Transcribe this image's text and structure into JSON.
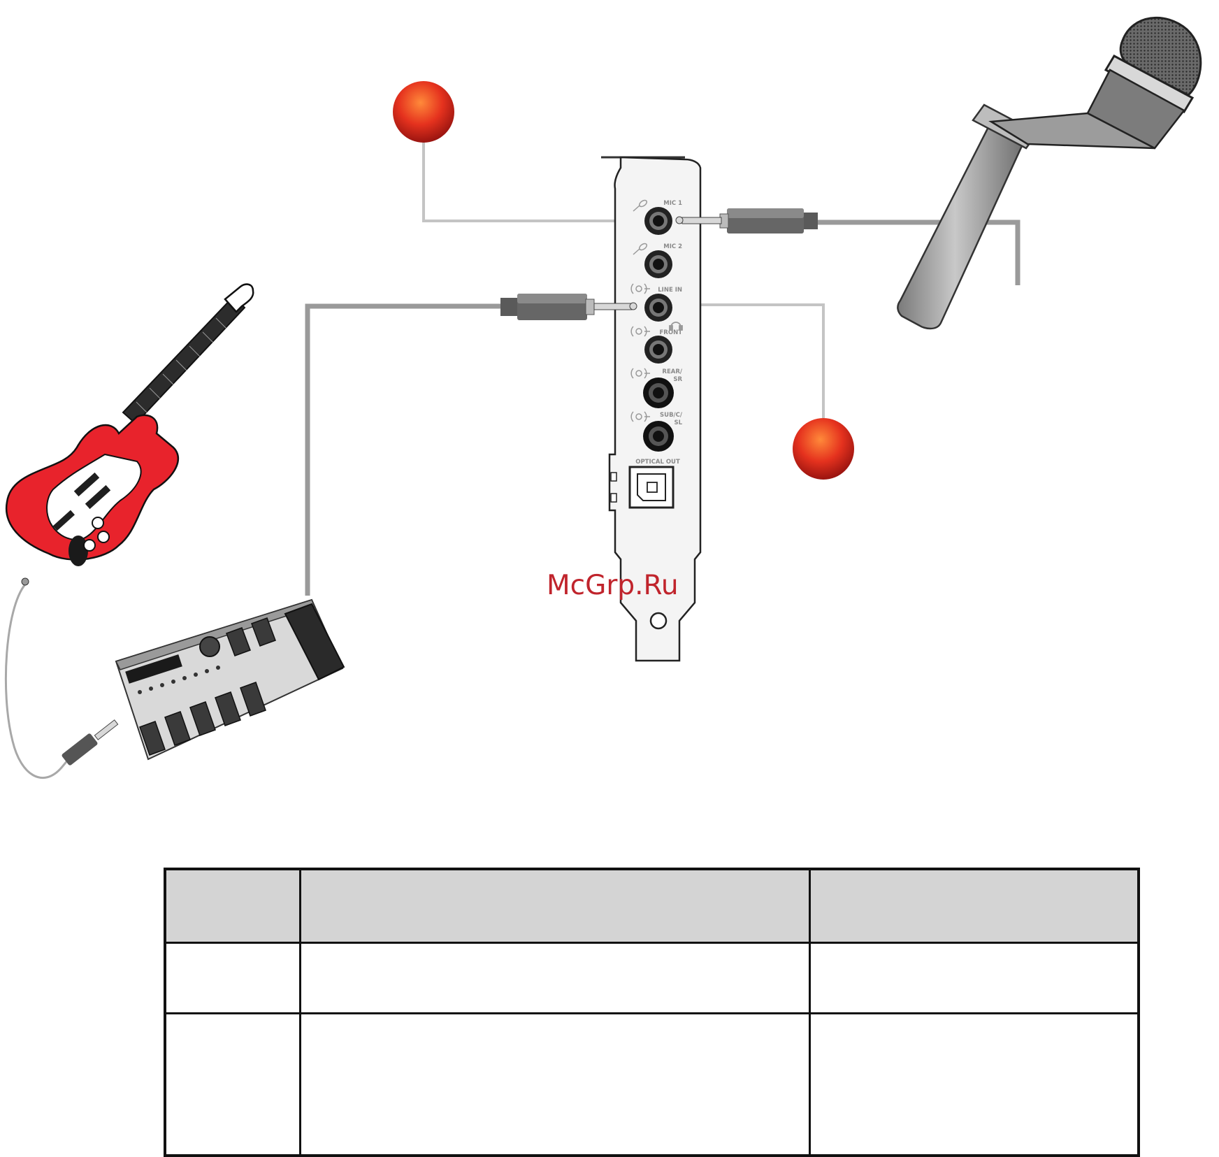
{
  "soundcard": {
    "jacks": [
      {
        "id": "mic1",
        "label": "MIC 1"
      },
      {
        "id": "mic2",
        "label": "MIC 2"
      },
      {
        "id": "linein",
        "label": "LINE IN"
      },
      {
        "id": "front",
        "label": "FRONT"
      },
      {
        "id": "rear",
        "label_line1": "REAR/",
        "label_line2": "SR"
      },
      {
        "id": "sub",
        "label_line1": "SUB/C/",
        "label_line2": "SL"
      }
    ],
    "optical_label": "OPTICAL OUT"
  },
  "watermark": "McGrp.Ru",
  "callout_color": "#e5321e",
  "guitar_color": "#e8232c",
  "table": {
    "headers": [
      "",
      "",
      ""
    ],
    "rows": [
      [
        "",
        "",
        ""
      ],
      [
        "",
        "",
        ""
      ]
    ]
  }
}
